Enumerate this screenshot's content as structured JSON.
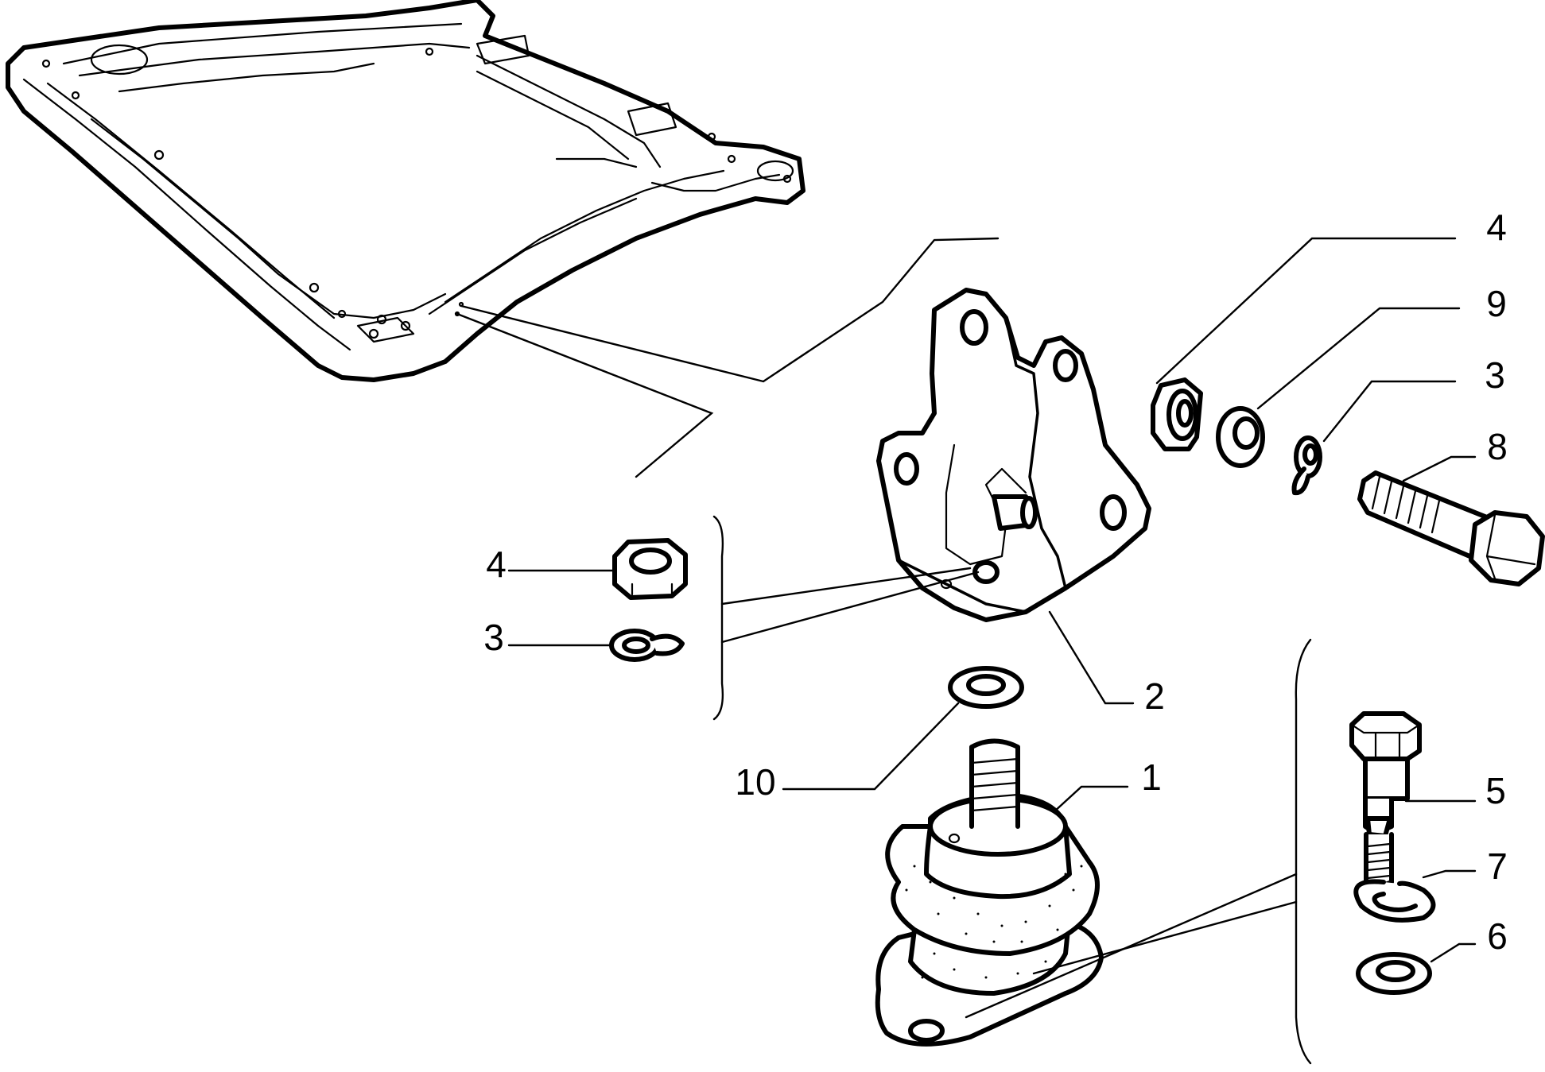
{
  "callouts": {
    "c1": "1",
    "c2": "2",
    "c3a": "3",
    "c3b": "3",
    "c4a": "4",
    "c4b": "4",
    "c5": "5",
    "c6": "6",
    "c7": "7",
    "c8": "8",
    "c9": "9",
    "c10": "10"
  }
}
